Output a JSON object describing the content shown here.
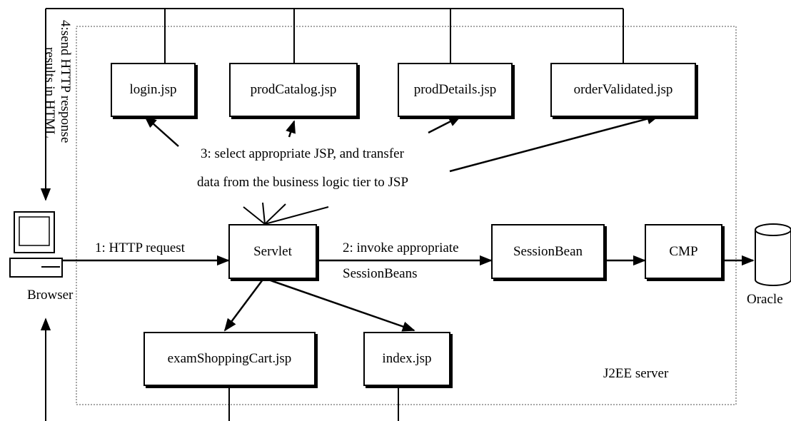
{
  "nodes": {
    "login": "login.jsp",
    "prodCatalog": "prodCatalog.jsp",
    "prodDetails": "prodDetails.jsp",
    "orderValidated": "orderValidated.jsp",
    "servlet": "Servlet",
    "sessionBean": "SessionBean",
    "cmp": "CMP",
    "examShoppingCart": "examShoppingCart.jsp",
    "index": "index.jsp"
  },
  "labels": {
    "browser": "Browser",
    "oracle": "Oracle",
    "j2ee": "J2EE server",
    "step1": "1: HTTP request",
    "step2_line1": "2: invoke appropriate",
    "step2_line2": "SessionBeans",
    "step3_line1": "3: select appropriate JSP, and transfer",
    "step3_line2": "data from the business logic tier to JSP",
    "step4_line1": "4:send HTTP response",
    "step4_line2": "results in HTML"
  }
}
